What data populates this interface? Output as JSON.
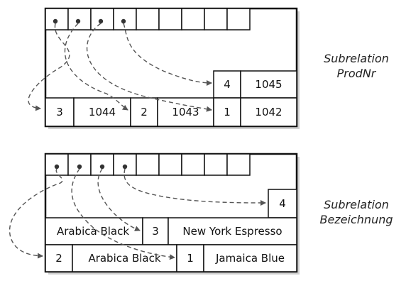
{
  "pages": [
    {
      "id": "prodnr",
      "caption": [
        "Subrelation",
        "ProdNr"
      ],
      "upper_row": [
        "4",
        "1045"
      ],
      "lower_row": [
        "3",
        "1044",
        "2",
        "1043",
        "1",
        "1042"
      ]
    },
    {
      "id": "bezeichnung",
      "caption": [
        "Subrelation",
        "Bezeichnung"
      ],
      "upper_row": [
        "4"
      ],
      "middle_row": [
        "Arabica Black",
        "3",
        "New York Espresso"
      ],
      "lower_row": [
        "2",
        "Arabica Black",
        "1",
        "Jamaica Blue"
      ]
    }
  ]
}
